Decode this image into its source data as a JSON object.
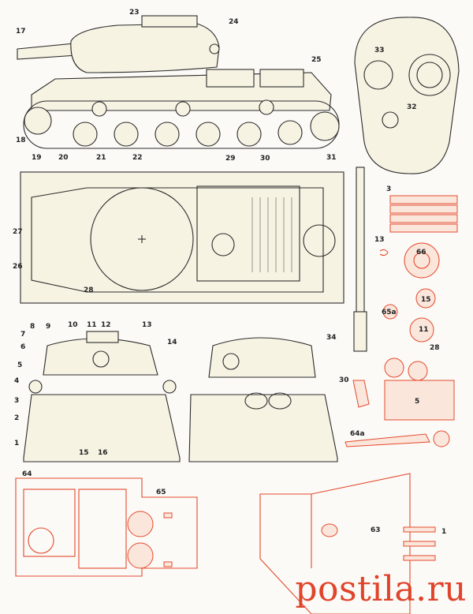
{
  "labels": {
    "l1": "1",
    "l2": "2",
    "l3": "3",
    "l4": "4",
    "l5": "5",
    "l6": "6",
    "l7": "7",
    "l8": "8",
    "l9": "9",
    "l10": "10",
    "l11": "11",
    "l12": "12",
    "l13": "13",
    "l14": "14",
    "l15": "15",
    "l16": "16",
    "l17": "17",
    "l18": "18",
    "l19": "19",
    "l20": "20",
    "l21": "21",
    "l22": "22",
    "l23": "23",
    "l24": "24",
    "l25": "25",
    "l26": "26",
    "l27": "27",
    "l28": "28",
    "l29": "29",
    "l30": "30",
    "l31": "31",
    "l32": "32",
    "l33": "33",
    "l34": "34"
  },
  "parts": {
    "p3": "3",
    "p13": "13",
    "p66": "66",
    "p15": "15",
    "p65a": "65а",
    "p11": "11",
    "p28": "28",
    "p5": "5",
    "p30": "30",
    "p64a": "64а",
    "p64": "64",
    "p65": "65",
    "p63": "63",
    "p1": "1"
  },
  "watermark": "postila.ru",
  "colors": {
    "ink": "#2b2b2b",
    "red": "#e44a2c",
    "paper": "#f7f3e3"
  }
}
